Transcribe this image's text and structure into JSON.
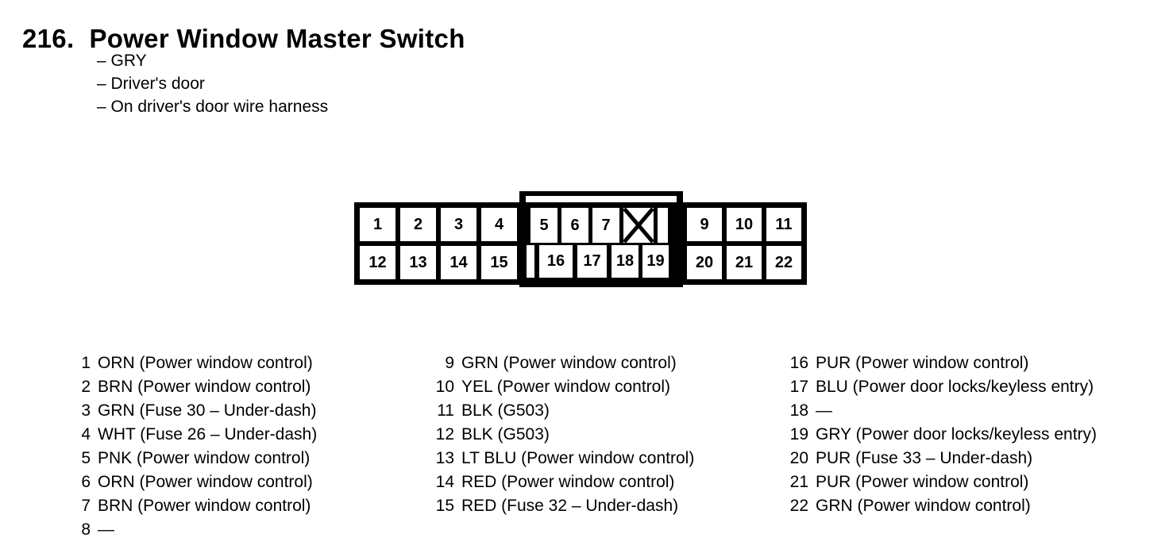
{
  "title": {
    "number": "216.",
    "text": "Power Window Master Switch"
  },
  "bullets": [
    "– GRY",
    "– Driver's door",
    "– On driver's door wire harness"
  ],
  "connector": {
    "left_block": {
      "top": [
        "1",
        "2",
        "3",
        "4"
      ],
      "bottom": [
        "12",
        "13",
        "14",
        "15"
      ]
    },
    "middle_block": {
      "top": [
        "5",
        "6",
        "7"
      ],
      "crossed_pin": "8",
      "bottom": [
        "16",
        "17",
        "18",
        "19"
      ]
    },
    "right_block": {
      "top": [
        "9",
        "10",
        "11"
      ],
      "bottom": [
        "20",
        "21",
        "22"
      ]
    }
  },
  "legend": {
    "columns": [
      {
        "rows": [
          {
            "pin": "1",
            "desc": "ORN (Power window control)"
          },
          {
            "pin": "2",
            "desc": "BRN (Power window control)"
          },
          {
            "pin": "3",
            "desc": "GRN (Fuse 30 – Under-dash)"
          },
          {
            "pin": "4",
            "desc": "WHT (Fuse 26 – Under-dash)"
          },
          {
            "pin": "5",
            "desc": "PNK (Power window control)"
          },
          {
            "pin": "6",
            "desc": "ORN (Power window control)"
          },
          {
            "pin": "7",
            "desc": "BRN (Power window control)"
          },
          {
            "pin": "8",
            "desc": "—"
          }
        ]
      },
      {
        "rows": [
          {
            "pin": "9",
            "desc": "GRN (Power window control)"
          },
          {
            "pin": "10",
            "desc": "YEL (Power window control)"
          },
          {
            "pin": "11",
            "desc": "BLK (G503)"
          },
          {
            "pin": "12",
            "desc": "BLK (G503)"
          },
          {
            "pin": "13",
            "desc": "LT BLU (Power window control)"
          },
          {
            "pin": "14",
            "desc": "RED (Power window control)"
          },
          {
            "pin": "15",
            "desc": "RED (Fuse 32 – Under-dash)"
          }
        ]
      },
      {
        "rows": [
          {
            "pin": "16",
            "desc": "PUR (Power window control)"
          },
          {
            "pin": "17",
            "desc": "BLU (Power door locks/keyless entry)"
          },
          {
            "pin": "18",
            "desc": "—"
          },
          {
            "pin": "19",
            "desc": "GRY (Power door locks/keyless entry)"
          },
          {
            "pin": "20",
            "desc": "PUR (Fuse 33 – Under-dash)"
          },
          {
            "pin": "21",
            "desc": "PUR (Power window control)"
          },
          {
            "pin": "22",
            "desc": "GRN (Power window control)"
          }
        ]
      }
    ]
  },
  "colors": {
    "ink": "#000000",
    "paper": "#ffffff"
  }
}
